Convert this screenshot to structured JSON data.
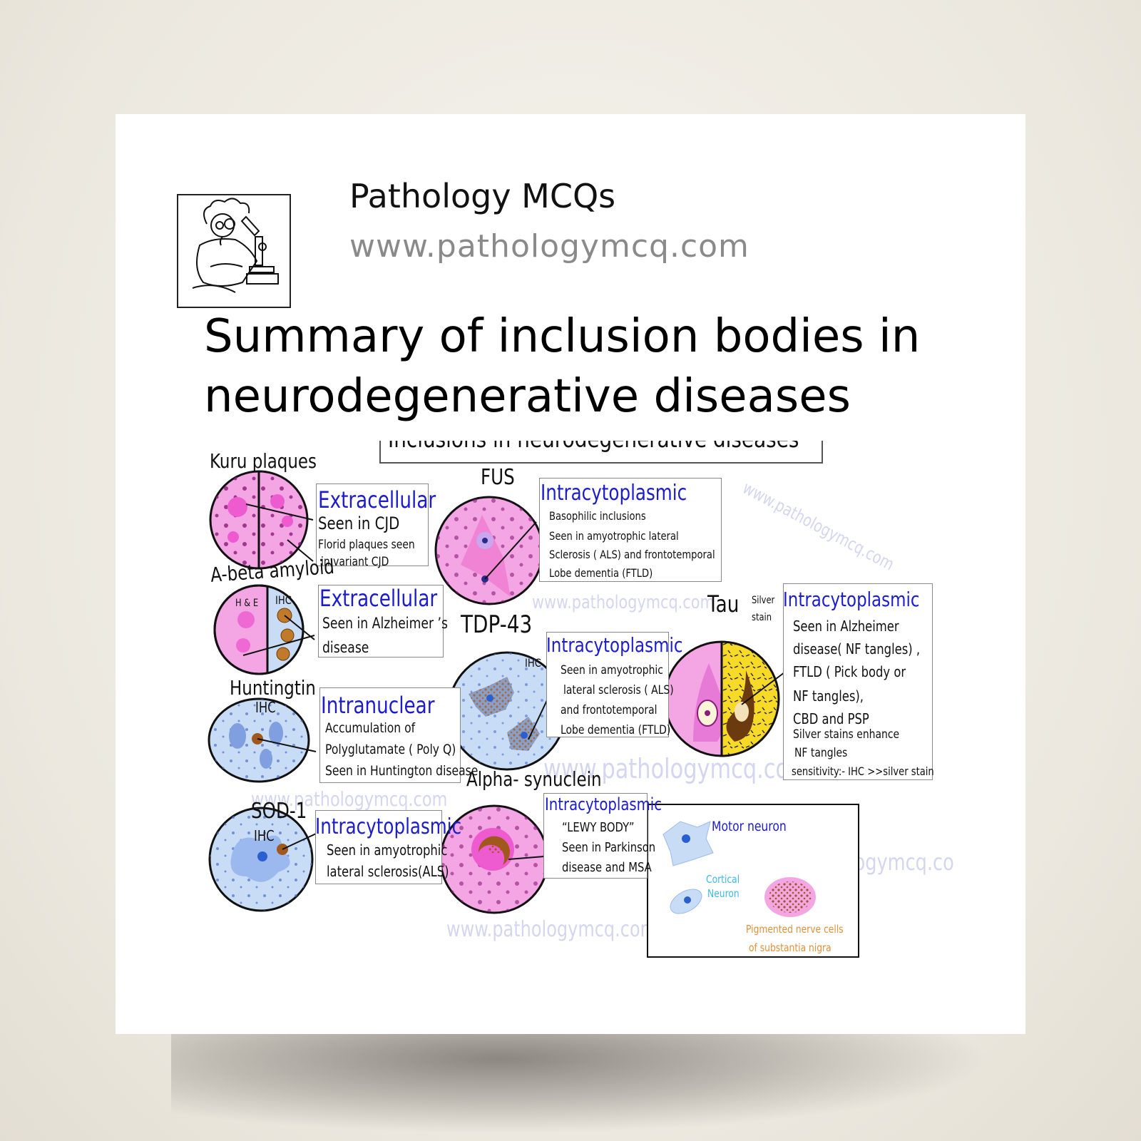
{
  "header": {
    "brand": "Pathology MCQs",
    "url": "www.pathologymcq.com",
    "title": "Summary of inclusion bodies in neurodegenerative diseases"
  },
  "figure": {
    "banner": "Inclusions in neurodegenerative diseases",
    "watermark": "www.pathologymcq.com",
    "watermark_cut": "www.pathologymcq.co",
    "kuru": {
      "name": "Kuru plaques",
      "type": "Extracellular",
      "l1": "Seen in CJD",
      "l2": "Florid plaques seen",
      "l3": "in variant CJD"
    },
    "abeta": {
      "name": "A-beta amyloid",
      "stain1": "H & E",
      "stain2": "IHC",
      "type": "Extracellular",
      "l1": "Seen in Alzheimer ’s",
      "l2": "disease"
    },
    "huntingtin": {
      "name": "Huntingtin",
      "stain": "IHC",
      "type": "Intranuclear",
      "l1": "Accumulation of",
      "l2": "Polyglutamate ( Poly Q)",
      "l3": "Seen in Huntington disease"
    },
    "sod1": {
      "name": "SOD-1",
      "stain": "IHC",
      "type": "Intracytoplasmic",
      "l1": "Seen in amyotrophic",
      "l2": "lateral sclerosis(ALS)"
    },
    "fus": {
      "name": "FUS",
      "type": "Intracytoplasmic",
      "l1": "Basophilic inclusions",
      "l2": "Seen in amyotrophic lateral",
      "l3": "Sclerosis ( ALS) and frontotemporal",
      "l4": "Lobe dementia (FTLD)"
    },
    "tdp43": {
      "name": "TDP-43",
      "stain": "IHC",
      "type": "Intracytoplasmic",
      "l1": "Seen in amyotrophic",
      "l2": "lateral sclerosis ( ALS)",
      "l3": "and frontotemporal",
      "l4": "Lobe dementia (FTLD)"
    },
    "alpha": {
      "name": "Alpha- synuclein",
      "type": "Intracytoplasmic",
      "l1": "“LEWY BODY”",
      "l2": "Seen in Parkinson",
      "l3": "disease and MSA"
    },
    "tau": {
      "name": "Tau",
      "stain1": "Silver",
      "stain2": "stain",
      "type": "Intracytoplasmic",
      "l1": "Seen in Alzheimer",
      "l2": "disease( NF tangles) ,",
      "l3": "FTLD ( Pick body or",
      "l4": "NF tangles),",
      "l5": "CBD and PSP",
      "l6": "Silver stains enhance",
      "l7": "NF tangles",
      "l8": "sensitivity:- IHC >>silver stain"
    },
    "legend": {
      "motor": "Motor neuron",
      "cortical1": "Cortical",
      "cortical2": "Neuron",
      "pig1": "Pigmented nerve cells",
      "pig2": "of substantia nigra"
    }
  },
  "colors": {
    "pink": "#f4a6e4",
    "blue_cell": "#c9dcf6",
    "yellow": "#f7d928",
    "label_blue": "#1c1ccc",
    "brown": "#a0581c",
    "nucleus": "#2a5fd0",
    "dot": "#8a1b7a"
  }
}
